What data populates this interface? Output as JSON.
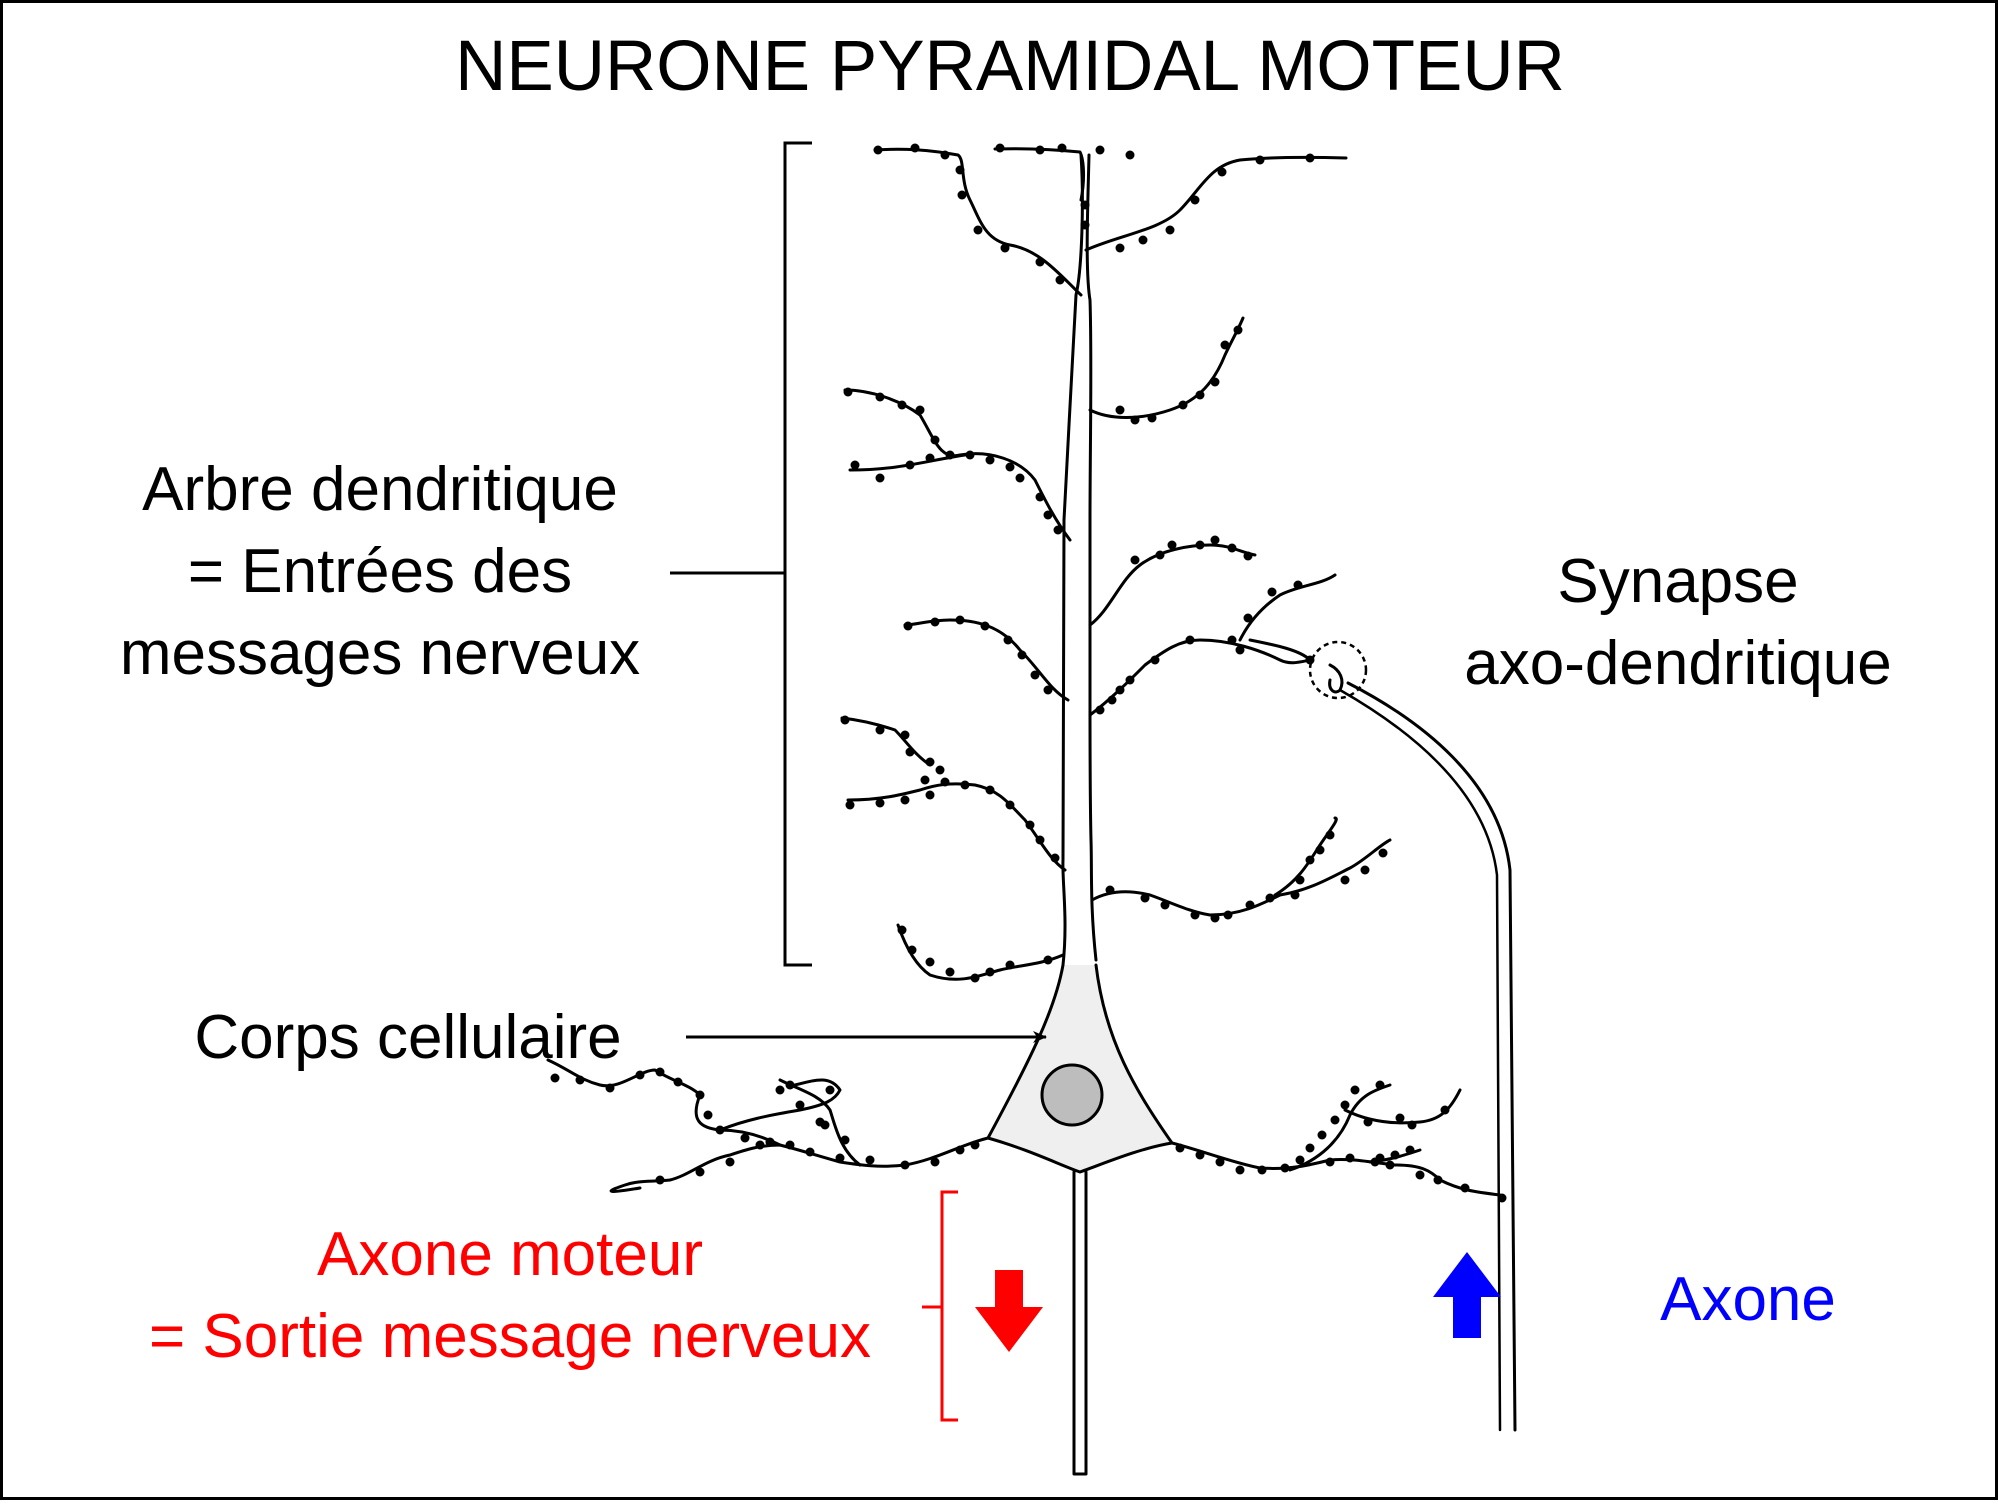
{
  "title": "NEURONE PYRAMIDAL MOTEUR",
  "labels": {
    "dendrites": [
      "Arbre dendritique",
      "= Entrées des",
      "messages nerveux"
    ],
    "soma": "Corps cellulaire",
    "synapse": [
      "Synapse",
      "axo-dendritique"
    ],
    "motor_axon": [
      "Axone moteur",
      "= Sortie message nerveux"
    ],
    "axon": "Axone"
  },
  "colors": {
    "line": "#000000",
    "motor": "#ff0000",
    "input": "#0000ff",
    "soma_fill": "#efefef",
    "nucleus_fill": "#bdbdbd"
  },
  "arrows": {
    "motor_direction": "down-arrow-icon",
    "input_direction": "up-arrow-icon"
  }
}
